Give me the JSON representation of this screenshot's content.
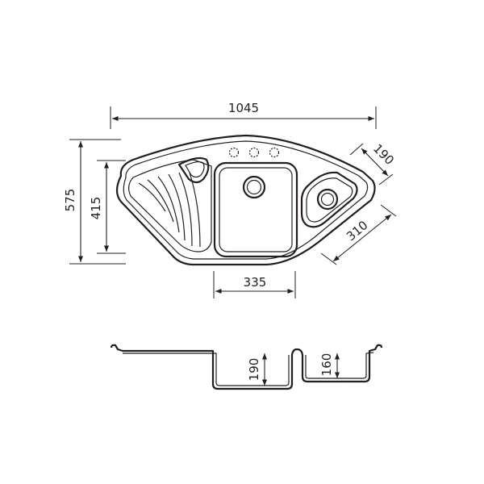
{
  "dimensions": {
    "overall_width": "1045",
    "overall_depth": "575",
    "drainer_depth": "415",
    "main_bowl_width": "335",
    "side_edge_short": "190",
    "side_edge_long": "310",
    "main_bowl_depth": "190",
    "small_bowl_depth": "160"
  },
  "colors": {
    "line": "#231f20",
    "background": "#ffffff"
  }
}
